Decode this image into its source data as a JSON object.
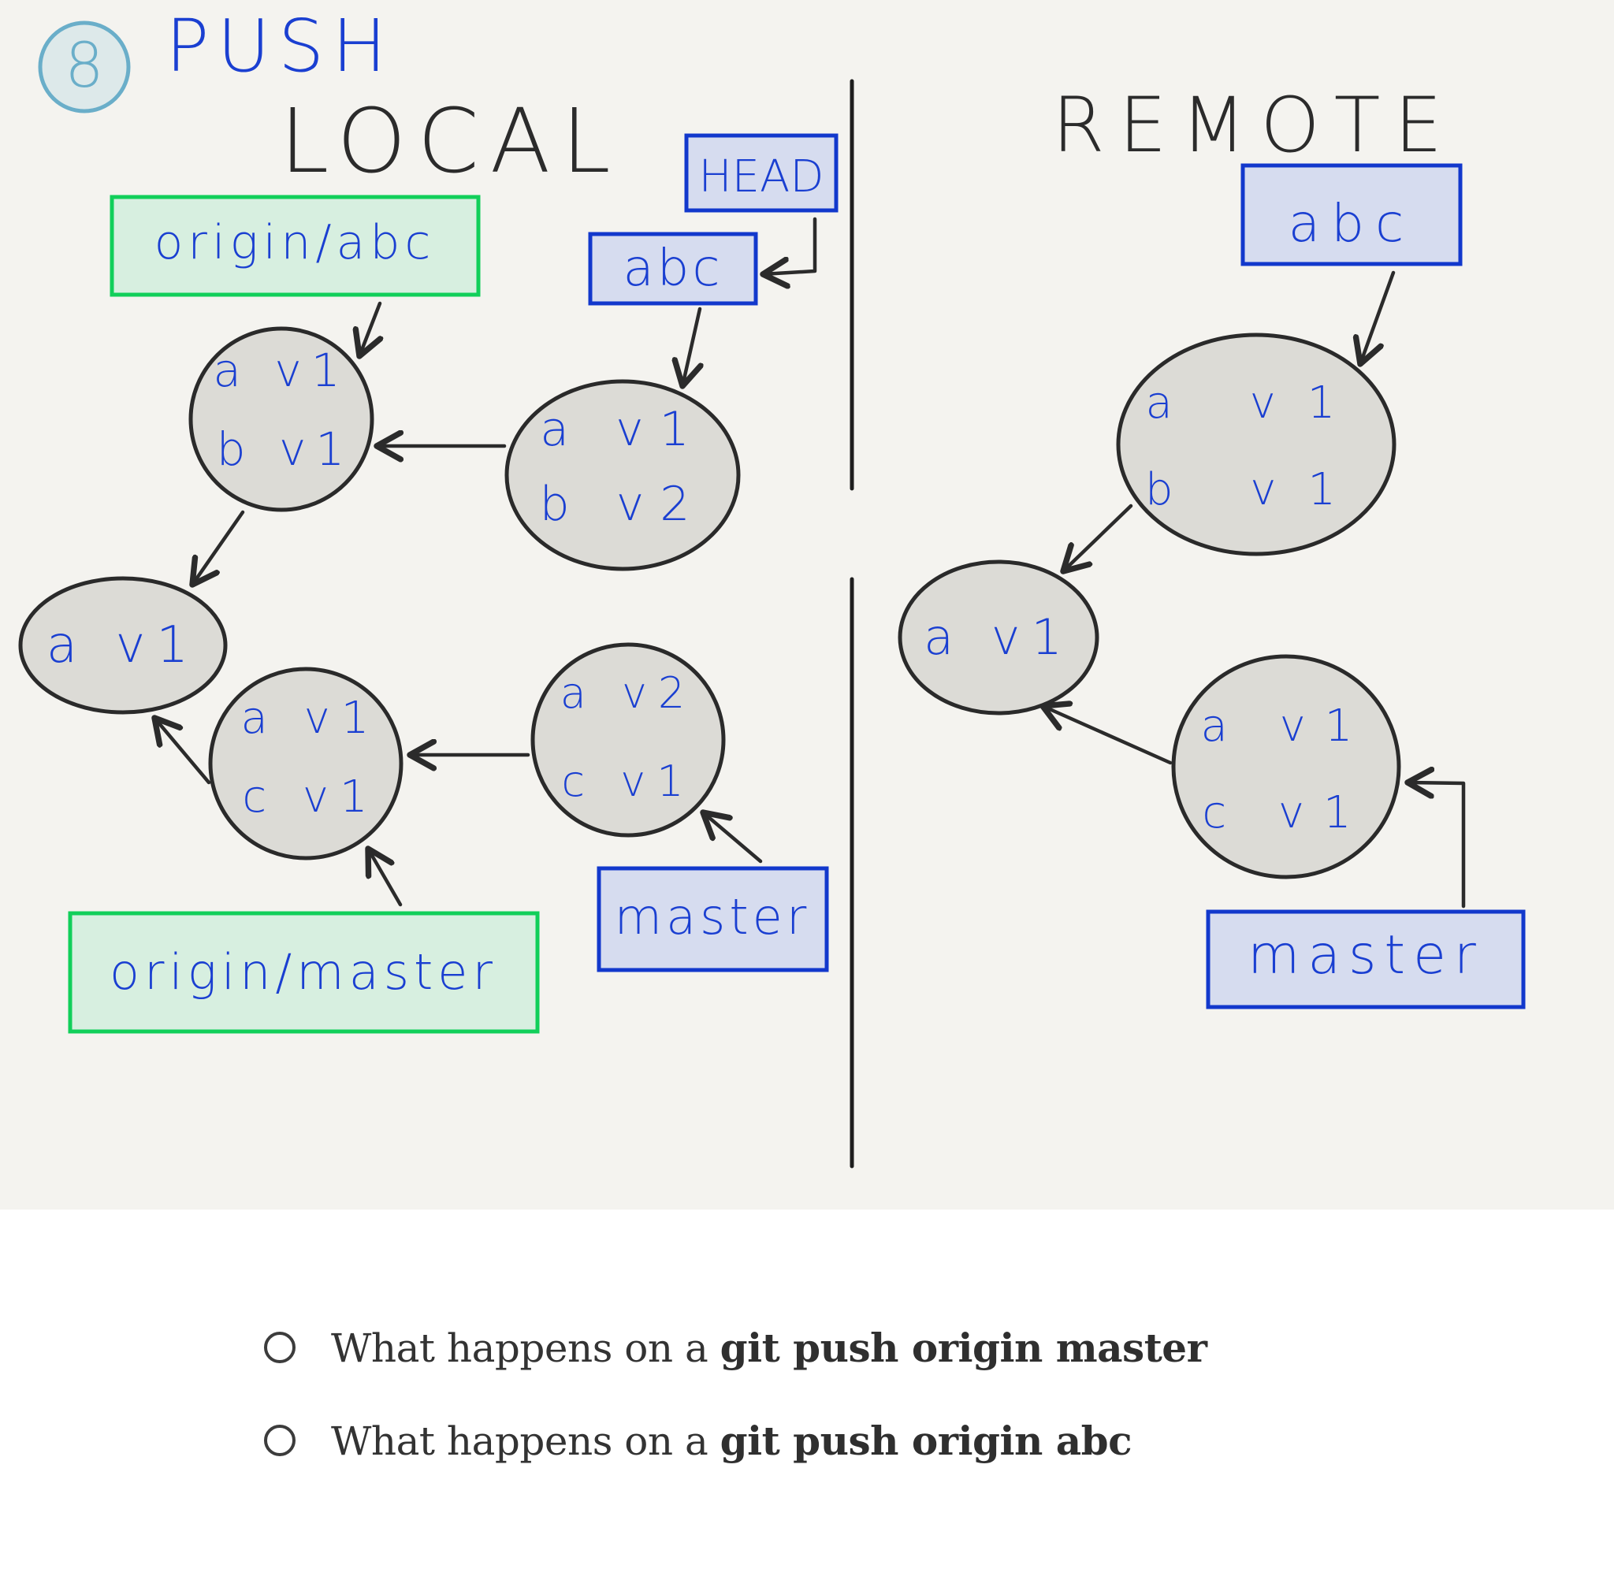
{
  "diagram": {
    "step_number": "8",
    "title": "PUSH",
    "local_label": "LOCAL",
    "remote_label": "REMOTE",
    "local": {
      "origin_abc": "origin/abc",
      "head": "HEAD",
      "abc": "abc",
      "origin_master": "origin/master",
      "master": "master",
      "node_top_left": [
        "a v1",
        "b v1"
      ],
      "node_top_right": [
        "a v1",
        "b v2"
      ],
      "node_root": [
        "a v1"
      ],
      "node_mid": [
        "a v1",
        "c v1"
      ],
      "node_bottom_right": [
        "a v2",
        "c v1"
      ]
    },
    "remote": {
      "abc": "abc",
      "master": "master",
      "node_top": [
        "a v1",
        "b v1"
      ],
      "node_root": [
        "a v1"
      ],
      "node_bottom": [
        "a v1",
        "c v1"
      ]
    },
    "colors": {
      "background": "#f4f3ef",
      "label_ink": "#1a3fd1",
      "green_box": "#11cf5a",
      "blue_box": "#1238cc",
      "node_fill": "#dcdbd6",
      "step_circle": "#6aaec9"
    }
  },
  "questions": [
    {
      "prefix": "What happens on a ",
      "command": "git push origin master"
    },
    {
      "prefix": "What happens on a ",
      "command": "git push origin abc"
    }
  ]
}
